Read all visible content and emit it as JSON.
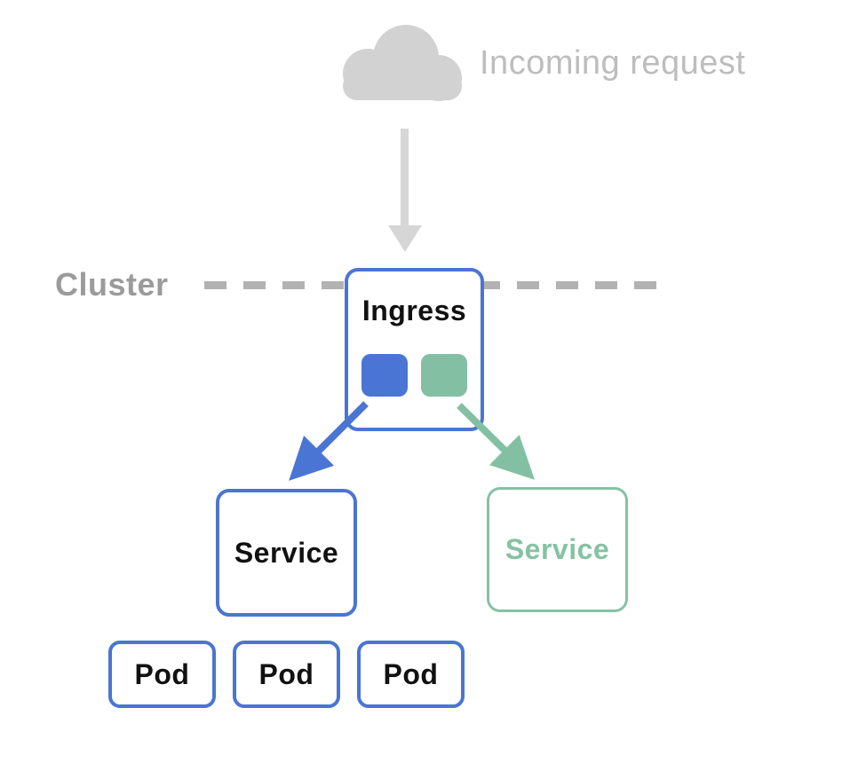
{
  "diagram": {
    "title_implicit": "Kubernetes Ingress routing diagram",
    "incoming": {
      "label": "Incoming request"
    },
    "cluster": {
      "label": "Cluster"
    },
    "ingress": {
      "label": "Ingress",
      "routes": [
        {
          "name": "blue-route",
          "color": "#4a75d4"
        },
        {
          "name": "green-route",
          "color": "#83c0a3"
        }
      ]
    },
    "services": [
      {
        "label": "Service",
        "variant": "blue",
        "border_color": "#4a75d4",
        "text_color": "#111111"
      },
      {
        "label": "Service",
        "variant": "green",
        "border_color": "#85c2a4",
        "text_color": "#85c2a4"
      }
    ],
    "pods": [
      {
        "label": "Pod"
      },
      {
        "label": "Pod"
      },
      {
        "label": "Pod"
      }
    ],
    "colors": {
      "blue_accent": "#4a75d4",
      "green_accent": "#83c0a3",
      "cloud_gray": "#d2d2d2",
      "arrow_gray": "#d6d6d6",
      "incoming_text_gray": "#bdbdbd",
      "cluster_text_gray": "#9b9b9b",
      "dash_gray": "#b2b2b2",
      "label_black": "#111111"
    }
  }
}
